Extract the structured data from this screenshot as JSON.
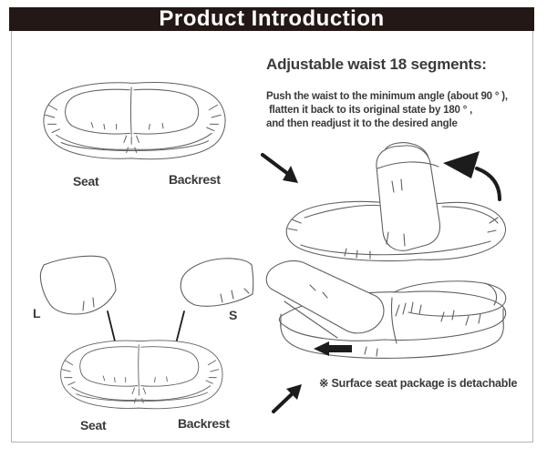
{
  "banner": {
    "title": "Product Introduction"
  },
  "colors": {
    "banner_bg": "#231815",
    "banner_text": "#ffffff",
    "ink": "#3a3a3a",
    "sketch": "#606060",
    "arrow": "#1c1c1c",
    "border": "#b5b5b5"
  },
  "top_left_diagram": {
    "seat_label": "Seat",
    "backrest_label": "Backrest"
  },
  "adjustable_section": {
    "heading": "Adjustable waist 18 segments:",
    "line1": "Push the waist to the minimum angle (about 90 ° ),",
    "line2": "flatten it back to its original state by 180 ° ,",
    "line3": "and then readjust it to the desired angle"
  },
  "bottom_left_diagram": {
    "large_label": "L",
    "small_label": "S",
    "seat_label": "Seat",
    "backrest_label": "Backrest"
  },
  "detachable_note": "※ Surface seat package is detachable"
}
